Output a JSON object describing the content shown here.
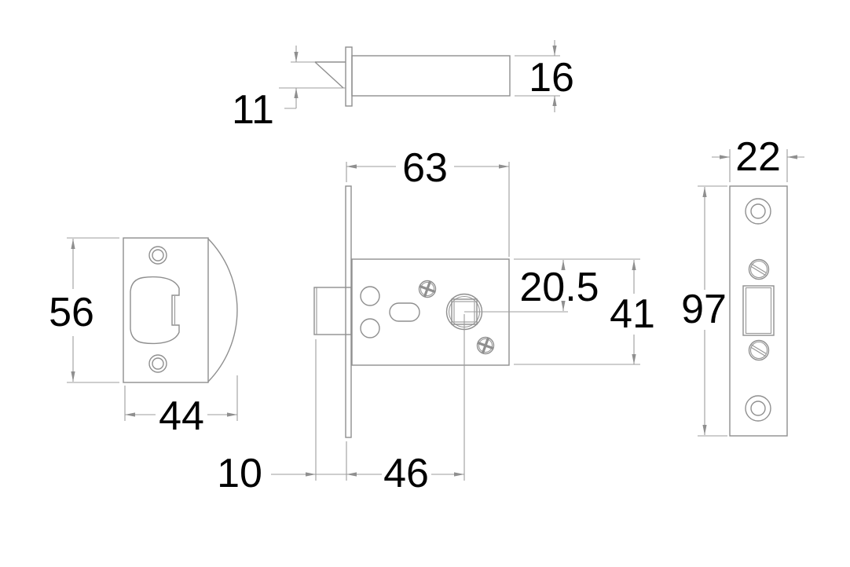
{
  "drawing": {
    "type": "technical_drawing",
    "subject": "tubular mortice latch with strike plate and faceplate",
    "units_shown": "none (dimension numbers only)",
    "colors": {
      "background": "#ffffff",
      "line_gray": "#8f8f8f",
      "dimension_gray": "#9d9d9d",
      "text_black": "#000000"
    },
    "views": {
      "bolt_top_view": {
        "description": "latch bolt seen from above with beveled tip and faceplate",
        "dims": {
          "bolt_projection": "11",
          "bolt_width": "16"
        }
      },
      "strike_plate_view": {
        "description": "strike plate with two screw holes, keeper cutout and curved lip",
        "dims": {
          "plate_height": "56",
          "plate_width_with_lip": "44"
        }
      },
      "lock_case_view": {
        "description": "latch case side view with spindle follower, fixing screws and bolt",
        "dims": {
          "case_length": "63",
          "spindle_centre_to_case_top": "20.5",
          "case_height": "41",
          "bolt_projection": "10",
          "backset": "46"
        }
      },
      "faceplate_front_view": {
        "description": "forend faceplate with screw holes, fixing screws and bolt aperture",
        "dims": {
          "faceplate_width": "22",
          "faceplate_height": "97"
        }
      }
    }
  }
}
